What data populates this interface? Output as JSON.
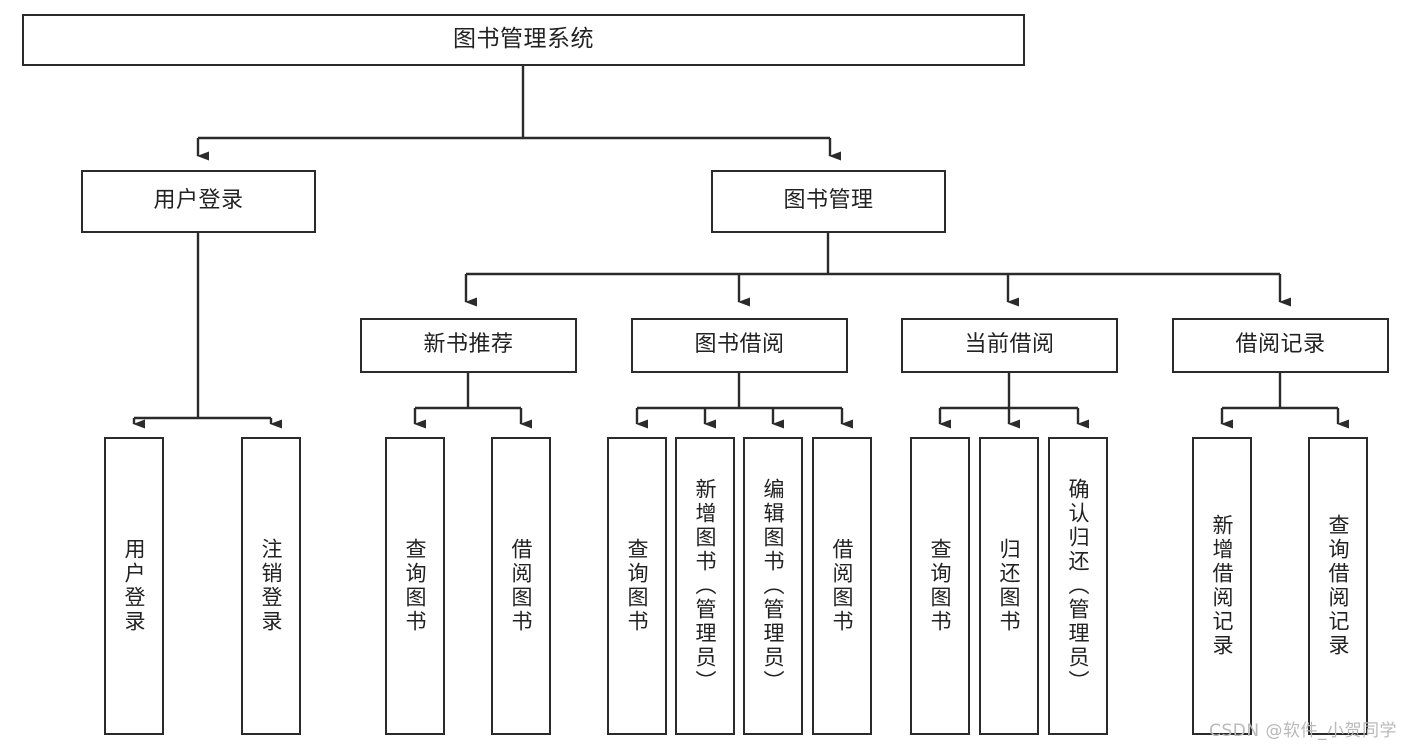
{
  "diagram": {
    "title_text": "图书管理系统",
    "watermark": "CSDN @软件_小贺同学",
    "colors": {
      "box_border": "#2b2b2b",
      "box_fill": "#ffffff",
      "line": "#2b2b2b",
      "text": "#222222",
      "watermark": "#b9b9b9"
    },
    "nodes": {
      "root": {
        "label": "图书管理系统"
      },
      "level2": [
        {
          "label": "用户登录"
        },
        {
          "label": "图书管理"
        }
      ],
      "level3": [
        {
          "label": "新书推荐"
        },
        {
          "label": "图书借阅"
        },
        {
          "label": "当前借阅"
        },
        {
          "label": "借阅记录"
        }
      ],
      "leaves": [
        {
          "label": "用户登录",
          "parent": "用户登录"
        },
        {
          "label": "注销登录",
          "parent": "用户登录"
        },
        {
          "label": "查询图书",
          "parent": "新书推荐"
        },
        {
          "label": "借阅图书",
          "parent": "新书推荐"
        },
        {
          "label": "查询图书",
          "parent": "图书借阅"
        },
        {
          "label": "新增图书（管理员）",
          "parent": "图书借阅"
        },
        {
          "label": "编辑图书（管理员）",
          "parent": "图书借阅"
        },
        {
          "label": "借阅图书",
          "parent": "图书借阅"
        },
        {
          "label": "查询图书",
          "parent": "当前借阅"
        },
        {
          "label": "归还图书",
          "parent": "当前借阅"
        },
        {
          "label": "确认归还（管理员）",
          "parent": "当前借阅"
        },
        {
          "label": "新增借阅记录",
          "parent": "借阅记录"
        },
        {
          "label": "查询借阅记录",
          "parent": "借阅记录"
        }
      ]
    }
  }
}
